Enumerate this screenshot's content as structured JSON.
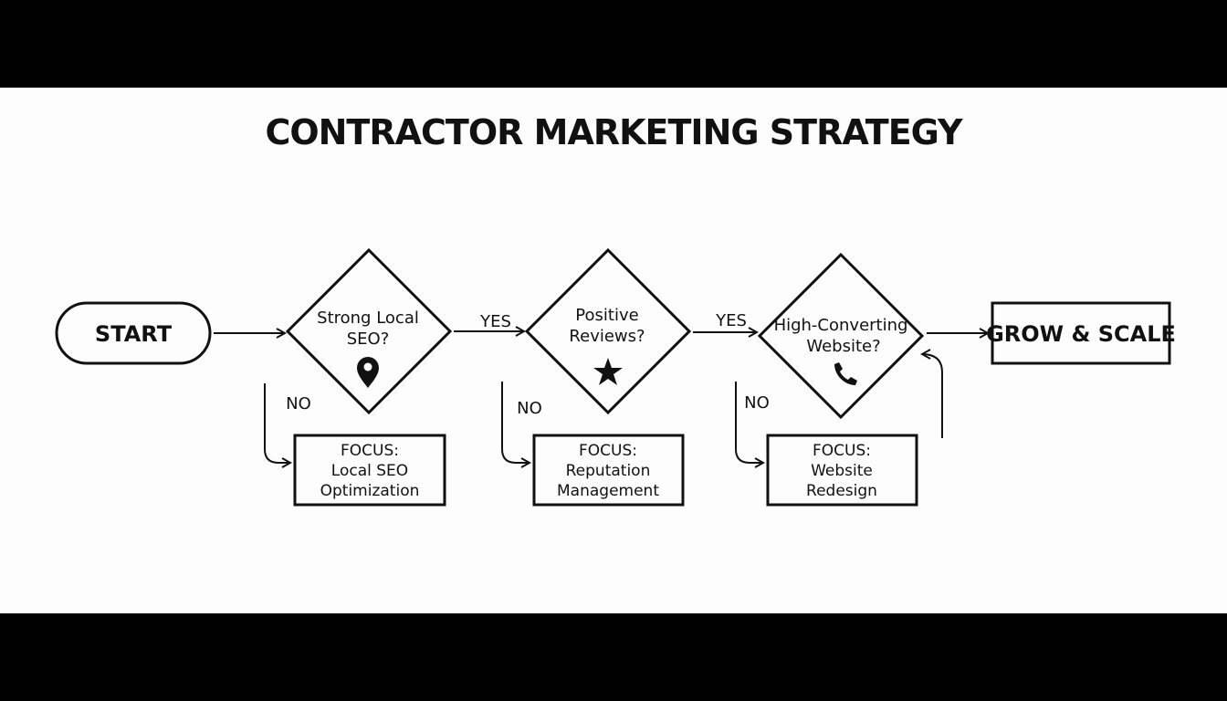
{
  "title": "CONTRACTOR MARKETING STRATEGY",
  "colors": {
    "background": "#fdfdfd",
    "ink": "#111111",
    "letterbox": "#000000"
  },
  "start": {
    "label": "START"
  },
  "end": {
    "label": "GROW & SCALE"
  },
  "decisions": [
    {
      "line1": "Strong Local",
      "line2": "SEO?",
      "icon": "map-pin-icon"
    },
    {
      "line1": "Positive",
      "line2": "Reviews?",
      "icon": "star-icon"
    },
    {
      "line1": "High-Converting",
      "line2": "Website?",
      "icon": "phone-icon"
    }
  ],
  "edge_labels": {
    "yes": "YES",
    "no": "NO"
  },
  "focus_boxes": [
    {
      "heading": "FOCUS:",
      "line1": "Local SEO",
      "line2": "Optimization"
    },
    {
      "heading": "FOCUS:",
      "line1": "Reputation",
      "line2": "Management"
    },
    {
      "heading": "FOCUS:",
      "line1": "Website",
      "line2": "Redesign"
    }
  ]
}
